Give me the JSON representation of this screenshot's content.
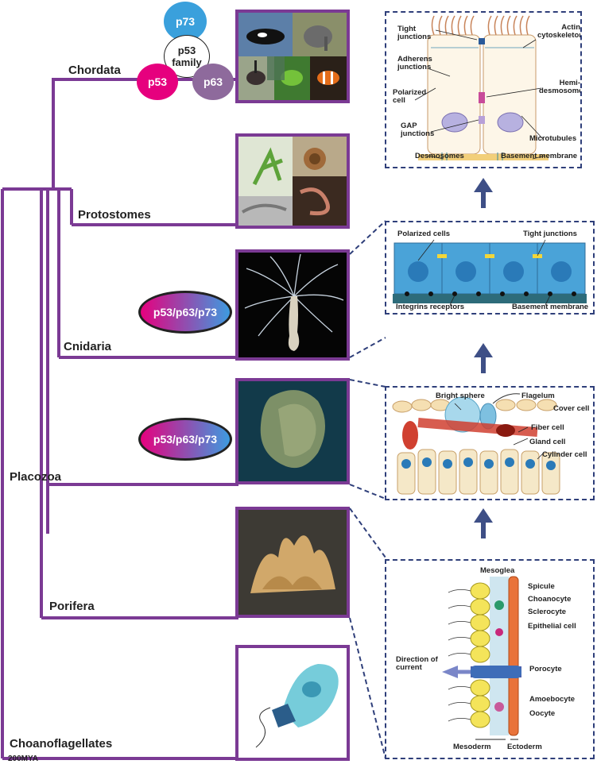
{
  "taxa": {
    "chordata": "Chordata",
    "protostomes": "Protostomes",
    "cnidaria": "Cnidaria",
    "placozoa": "Placozoa",
    "porifera": "Porifera",
    "choanoflagellates": "Choanoflagellates"
  },
  "scale": {
    "label": "200MYA"
  },
  "p53_family": {
    "p73": "p73",
    "family": "p53 family",
    "p53": "p53",
    "p63": "p63"
  },
  "ancestral_badges": {
    "cnidaria": "p53/p63/p73",
    "placozoa": "p53/p63/p73"
  },
  "panels": {
    "chordata": {
      "tight_junctions": "Tight junctions",
      "actin": "Actin cytoskeleton",
      "adherens": "Adherens junctions",
      "polarized_cell": "Polarized cell",
      "hemidesmosomes": "Hemi-desmosomes",
      "gap": "GAP junctions",
      "microtubules": "Microtubules",
      "desmosomes": "Desmosomes",
      "basement": "Basement membrane"
    },
    "cnidaria": {
      "polarized_cells": "Polarized cells",
      "tight_junctions": "Tight junctions",
      "integrins": "Integrins receptors",
      "basement": "Basement membrane"
    },
    "placozoa": {
      "bright_sphere": "Bright sphere",
      "flagelum": "Flagelum",
      "cover_cell": "Cover cell",
      "fiber_cell": "Fiber cell",
      "gland_cell": "Gland cell",
      "cylinder_cell": "Cylinder cell"
    },
    "porifera": {
      "mesoglea": "Mesoglea",
      "spicule": "Spicule",
      "choanocyte": "Choanocyte",
      "sclerocyte": "Sclerocyte",
      "epithelial": "Epithelial cell",
      "direction": "Direction of current",
      "porocyte": "Porocyte",
      "amoebocyte": "Amoebocyte",
      "oocyte": "Oocyte",
      "mesoderm": "Mesoderm",
      "ectoderm": "Ectoderm"
    }
  },
  "colors": {
    "tree": "#7b3a94",
    "panel_border": "#2f3f7a",
    "p73": "#3aa0dc",
    "p53": "#e6007e",
    "p63": "#8e6a9c"
  }
}
